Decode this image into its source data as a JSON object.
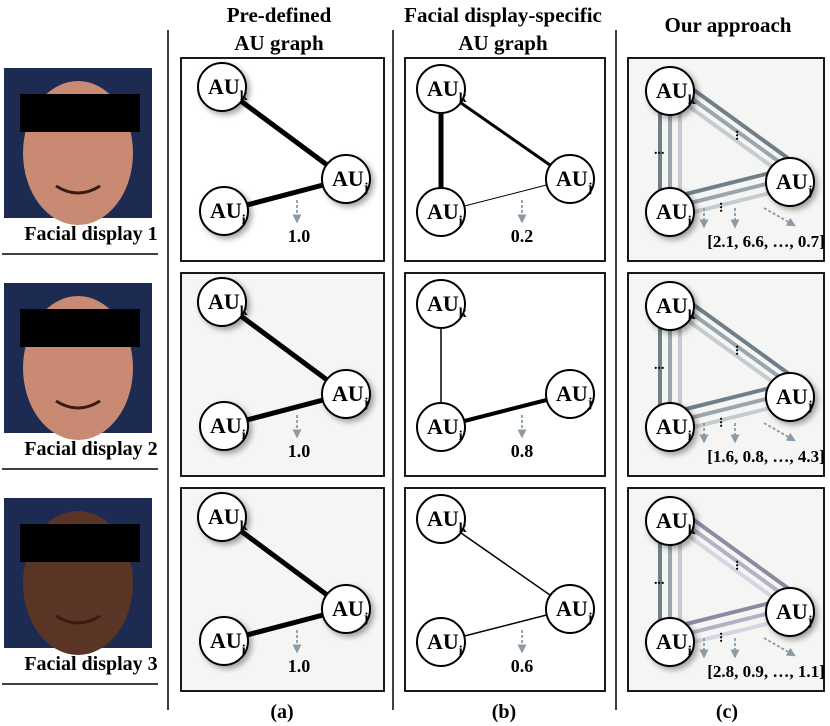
{
  "columns": {
    "a_title_line1": "Pre-defined",
    "a_title_line2": "AU graph",
    "b_title_line1": "Facial display-specific",
    "b_title_line2": "AU graph",
    "c_title": "Our approach"
  },
  "subfigure_labels": [
    "(a)",
    "(b)",
    "(c)"
  ],
  "nodes": {
    "k": "k",
    "j": "j",
    "i": "i",
    "prefix": "AU"
  },
  "ellipsis": "...",
  "rows": [
    {
      "label": "Facial display 1",
      "skin_color": "#c98a73",
      "a_weight": "1.0",
      "b_weight": "0.2",
      "b_edges": {
        "ki": 5,
        "kj": 3,
        "ij": 1
      },
      "c_vector": "[2.1, 6.6, …, 0.7]"
    },
    {
      "label": "Facial display 2",
      "skin_color": "#c98a73",
      "a_weight": "1.0",
      "b_weight": "0.8",
      "b_edges": {
        "ki": 1.5,
        "kj": 0,
        "ij": 4
      },
      "c_vector": "[1.6, 0.8, …, 4.3]"
    },
    {
      "label": "Facial display 3",
      "skin_color": "#5a3526",
      "a_weight": "1.0",
      "b_weight": "0.6",
      "b_edges": {
        "ki": 0,
        "kj": 1.5,
        "ij": 1.5
      },
      "c_vector": "[2.8, 0.9, …, 1.1]"
    }
  ]
}
